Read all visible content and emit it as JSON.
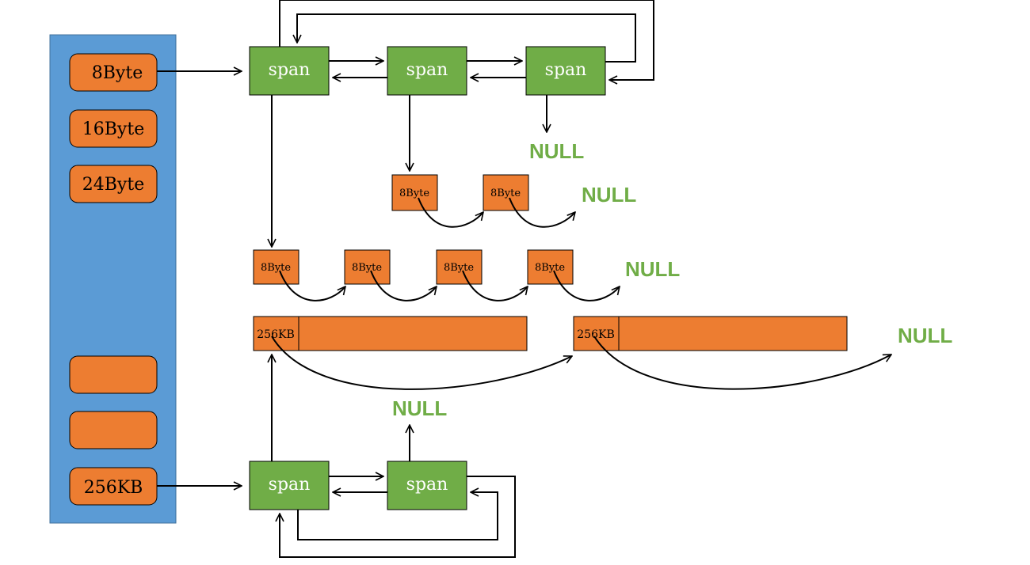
{
  "colors": {
    "panel": "#5b9bd5",
    "orange": "#ed7d31",
    "green": "#70ad47",
    "null_text": "#70ad47",
    "line": "#000000"
  },
  "size_classes": [
    "8Byte",
    "16Byte",
    "24Byte",
    "",
    "",
    "256KB"
  ],
  "span_label": "span",
  "block_8b_label": "8Byte",
  "block_256kb_label": "256KB",
  "null_label": "NULL"
}
